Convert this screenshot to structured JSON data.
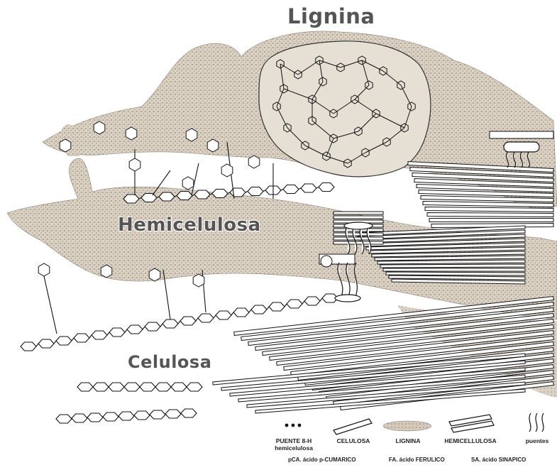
{
  "labels": {
    "lignina": "Lignina",
    "hemicelulosa": "Hemicelulosa",
    "celulosa": "Celulosa"
  },
  "legend": {
    "puente": "PUENTE 8-H hemicelulosa",
    "celulosa": "CELULOSA",
    "lignina": "LIGNINA",
    "hemicelulosa": "HEMICELLULOSA",
    "puentes": "puentes"
  },
  "footnotes": {
    "pca": "pCA. ácido p-CUMARICO",
    "fa": "FA. ácido FERULICO",
    "sa": "SA. ácido SINAPICO"
  },
  "colors": {
    "lignin_fill": "#d8cdbf",
    "line": "#1a1a1a",
    "label": "#555555"
  }
}
